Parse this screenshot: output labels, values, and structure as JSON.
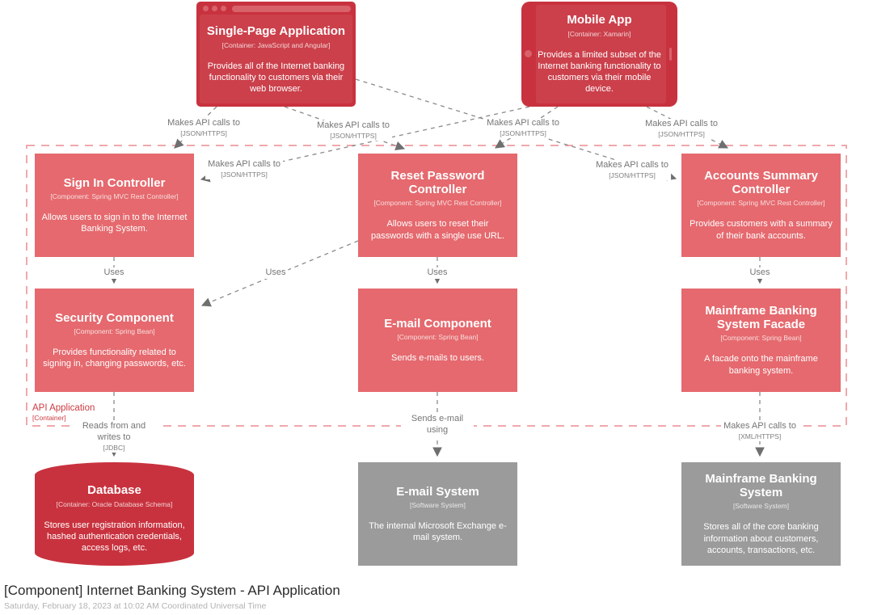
{
  "diagram": {
    "title": "[Component] Internet Banking System - API Application",
    "subtitle": "Saturday, February 18, 2023 at 10:02 AM Coordinated Universal Time"
  },
  "boundary": {
    "name": "API Application",
    "type": "[Container]"
  },
  "colors": {
    "container": "#C8323E",
    "component": "#E5696E",
    "external_system": "#9B9B9B",
    "boundary_stroke": "#F0A8AB",
    "boundary_text": "#CB3A41",
    "edge_line": "#8A8A8A",
    "arrowhead": "#6F6F6F"
  },
  "nodes": {
    "spa": {
      "title": "Single-Page Application",
      "meta": "[Container: JavaScript and Angular]",
      "desc": "Provides all of the Internet banking functionality to customers via their web browser."
    },
    "mobile": {
      "title": "Mobile App",
      "meta": "[Container: Xamarin]",
      "desc": "Provides a limited subset of the Internet banking functionality to customers via their mobile device."
    },
    "signin": {
      "title": "Sign In Controller",
      "meta": "[Component: Spring MVC Rest Controller]",
      "desc": "Allows users to sign in to the Internet Banking System."
    },
    "reset": {
      "title": "Reset Password Controller",
      "meta": "[Component: Spring MVC Rest Controller]",
      "desc": "Allows users to reset their passwords with a single use URL."
    },
    "accounts": {
      "title": "Accounts Summary Controller",
      "meta": "[Component: Spring MVC Rest Controller]",
      "desc": "Provides customers with a summary of their bank accounts."
    },
    "security": {
      "title": "Security Component",
      "meta": "[Component: Spring Bean]",
      "desc": "Provides functionality related to signing in, changing passwords, etc."
    },
    "email": {
      "title": "E-mail Component",
      "meta": "[Component: Spring Bean]",
      "desc": "Sends e-mails to users."
    },
    "facade": {
      "title": "Mainframe Banking System Facade",
      "meta": "[Component: Spring Bean]",
      "desc": "A facade onto the mainframe banking system."
    },
    "database": {
      "title": "Database",
      "meta": "[Container: Oracle Database Schema]",
      "desc": "Stores user registration information, hashed authentication credentials, access logs, etc."
    },
    "emailsystem": {
      "title": "E-mail System",
      "meta": "[Software System]",
      "desc": "The internal Microsoft Exchange e-mail system."
    },
    "mainframe": {
      "title": "Mainframe Banking System",
      "meta": "[Software System]",
      "desc": "Stores all of the core banking information about customers, accounts, transactions, etc."
    }
  },
  "edges": {
    "spa_signin": {
      "label": "Makes API calls to",
      "tech": "[JSON/HTTPS]"
    },
    "spa_reset": {
      "label": "Makes API calls to",
      "tech": "[JSON/HTTPS]"
    },
    "spa_accounts": {
      "label": "Makes API calls to",
      "tech": "[JSON/HTTPS]"
    },
    "mobile_signin": {
      "label": "Makes API calls to",
      "tech": "[JSON/HTTPS]"
    },
    "mobile_reset": {
      "label": "Makes API calls to",
      "tech": "[JSON/HTTPS]"
    },
    "mobile_accounts": {
      "label": "Makes API calls to",
      "tech": "[JSON/HTTPS]"
    },
    "signin_security": {
      "label": "Uses"
    },
    "reset_security": {
      "label": "Uses"
    },
    "reset_email": {
      "label": "Uses"
    },
    "accounts_facade": {
      "label": "Uses"
    },
    "security_database": {
      "label": "Reads from and writes to",
      "tech": "[JDBC]"
    },
    "email_emailsystem": {
      "label": "Sends e-mail using"
    },
    "facade_mainframe": {
      "label": "Makes API calls to",
      "tech": "[XML/HTTPS]"
    }
  }
}
